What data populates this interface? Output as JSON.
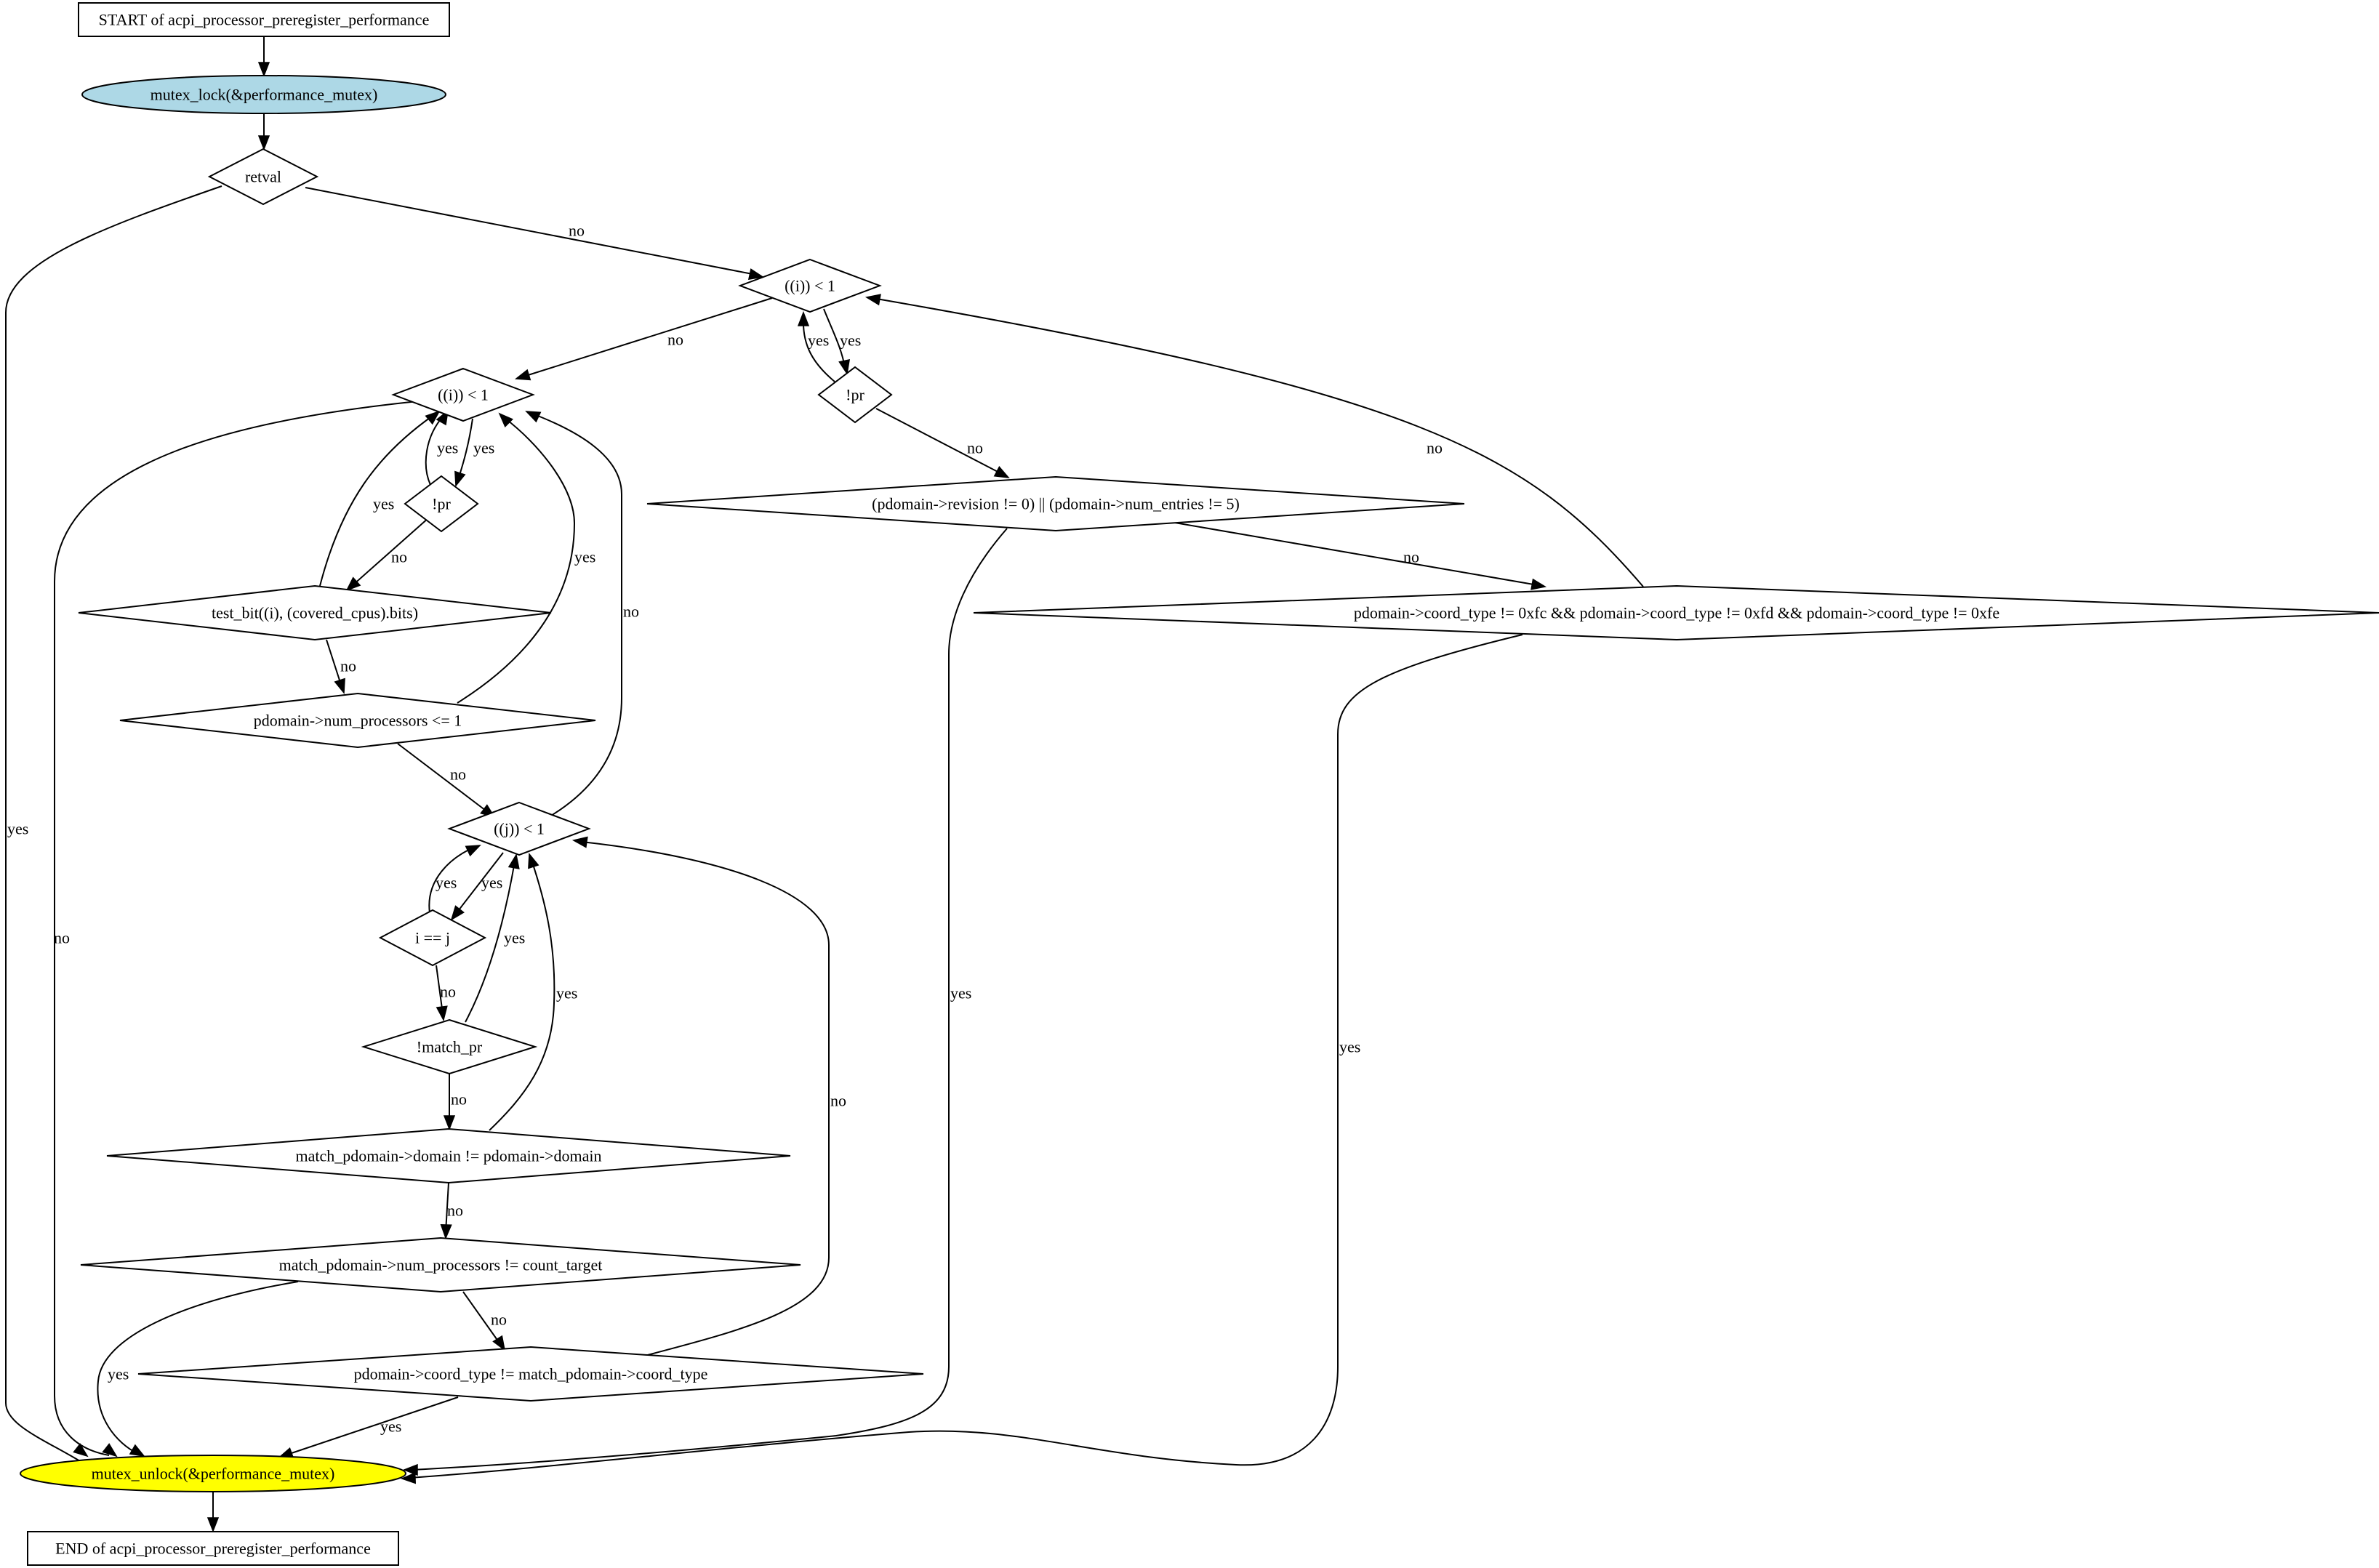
{
  "title": "acpi_processor_preregister_performance control-flow graph",
  "colors": {
    "lock_fill": "#add8e6",
    "unlock_fill": "#ffff00",
    "default_fill": "#ffffff",
    "stroke": "#000000"
  },
  "nodes": [
    {
      "id": "start",
      "shape": "box",
      "label": "START of acpi_processor_preregister_performance"
    },
    {
      "id": "lock",
      "shape": "ellipse",
      "fill": "lock",
      "label": "mutex_lock(&performance_mutex)"
    },
    {
      "id": "retval",
      "shape": "diamond",
      "label": "retval"
    },
    {
      "id": "loop_i1",
      "shape": "diamond",
      "label": "((i)) < 1"
    },
    {
      "id": "pr1",
      "shape": "diamond",
      "label": "!pr"
    },
    {
      "id": "revision",
      "shape": "diamond",
      "label": "(pdomain->revision != 0) || (pdomain->num_entries != 5)"
    },
    {
      "id": "coordtype",
      "shape": "diamond",
      "label": "pdomain->coord_type != 0xfc && pdomain->coord_type != 0xfd && pdomain->coord_type != 0xfe"
    },
    {
      "id": "loop_i2",
      "shape": "diamond",
      "label": "((i)) < 1"
    },
    {
      "id": "pr2",
      "shape": "diamond",
      "label": "!pr"
    },
    {
      "id": "testbit",
      "shape": "diamond",
      "label": "test_bit((i), (covered_cpus).bits)"
    },
    {
      "id": "numproc",
      "shape": "diamond",
      "label": "pdomain->num_processors <= 1"
    },
    {
      "id": "loop_j",
      "shape": "diamond",
      "label": "((j)) < 1"
    },
    {
      "id": "ieqj",
      "shape": "diamond",
      "label": "i == j"
    },
    {
      "id": "matchpr",
      "shape": "diamond",
      "label": "!match_pr"
    },
    {
      "id": "domain",
      "shape": "diamond",
      "label": "match_pdomain->domain != pdomain->domain"
    },
    {
      "id": "count",
      "shape": "diamond",
      "label": "match_pdomain->num_processors != count_target"
    },
    {
      "id": "coordmatch",
      "shape": "diamond",
      "label": "pdomain->coord_type != match_pdomain->coord_type"
    },
    {
      "id": "unlock",
      "shape": "ellipse",
      "fill": "unlock",
      "label": "mutex_unlock(&performance_mutex)"
    },
    {
      "id": "end",
      "shape": "box",
      "label": "END of acpi_processor_preregister_performance"
    }
  ],
  "edges": [
    {
      "id": "e1",
      "from": "start",
      "to": "lock",
      "label": ""
    },
    {
      "id": "e2",
      "from": "lock",
      "to": "retval",
      "label": ""
    },
    {
      "id": "e3",
      "from": "retval",
      "to": "unlock",
      "label": "yes"
    },
    {
      "id": "e4",
      "from": "retval",
      "to": "loop_i1",
      "label": "no"
    },
    {
      "id": "e5",
      "from": "loop_i1",
      "to": "pr1",
      "label": "yes"
    },
    {
      "id": "e6",
      "from": "pr1",
      "to": "loop_i1",
      "label": "yes"
    },
    {
      "id": "e7",
      "from": "loop_i1",
      "to": "loop_i2",
      "label": "no"
    },
    {
      "id": "e8",
      "from": "pr1",
      "to": "revision",
      "label": "no"
    },
    {
      "id": "e9",
      "from": "revision",
      "to": "unlock",
      "label": "yes"
    },
    {
      "id": "e10",
      "from": "revision",
      "to": "coordtype",
      "label": "no"
    },
    {
      "id": "e11",
      "from": "coordtype",
      "to": "loop_i1",
      "label": "no"
    },
    {
      "id": "e12",
      "from": "coordtype",
      "to": "unlock",
      "label": "yes"
    },
    {
      "id": "e13",
      "from": "loop_i2",
      "to": "pr2",
      "label": "yes"
    },
    {
      "id": "e14",
      "from": "pr2",
      "to": "loop_i2",
      "label": "yes"
    },
    {
      "id": "e15",
      "from": "loop_i2",
      "to": "unlock",
      "label": "no"
    },
    {
      "id": "e16",
      "from": "pr2",
      "to": "testbit",
      "label": "no"
    },
    {
      "id": "e17",
      "from": "testbit",
      "to": "loop_i2",
      "label": "yes"
    },
    {
      "id": "e18",
      "from": "testbit",
      "to": "numproc",
      "label": "no"
    },
    {
      "id": "e19",
      "from": "numproc",
      "to": "loop_i2",
      "label": "yes"
    },
    {
      "id": "e20",
      "from": "numproc",
      "to": "loop_j",
      "label": "no"
    },
    {
      "id": "e21",
      "from": "loop_j",
      "to": "loop_i2",
      "label": "no"
    },
    {
      "id": "e22",
      "from": "loop_j",
      "to": "ieqj",
      "label": "yes"
    },
    {
      "id": "e23",
      "from": "ieqj",
      "to": "loop_j",
      "label": "yes"
    },
    {
      "id": "e24",
      "from": "ieqj",
      "to": "matchpr",
      "label": "no"
    },
    {
      "id": "e25",
      "from": "matchpr",
      "to": "loop_j",
      "label": "yes"
    },
    {
      "id": "e26",
      "from": "matchpr",
      "to": "domain",
      "label": "no"
    },
    {
      "id": "e27",
      "from": "domain",
      "to": "loop_j",
      "label": "yes"
    },
    {
      "id": "e28",
      "from": "domain",
      "to": "count",
      "label": "no"
    },
    {
      "id": "e29",
      "from": "count",
      "to": "unlock",
      "label": "yes"
    },
    {
      "id": "e30",
      "from": "count",
      "to": "coordmatch",
      "label": "no"
    },
    {
      "id": "e31",
      "from": "coordmatch",
      "to": "loop_j",
      "label": "no"
    },
    {
      "id": "e32",
      "from": "coordmatch",
      "to": "unlock",
      "label": "yes"
    },
    {
      "id": "e33",
      "from": "unlock",
      "to": "end",
      "label": ""
    }
  ]
}
